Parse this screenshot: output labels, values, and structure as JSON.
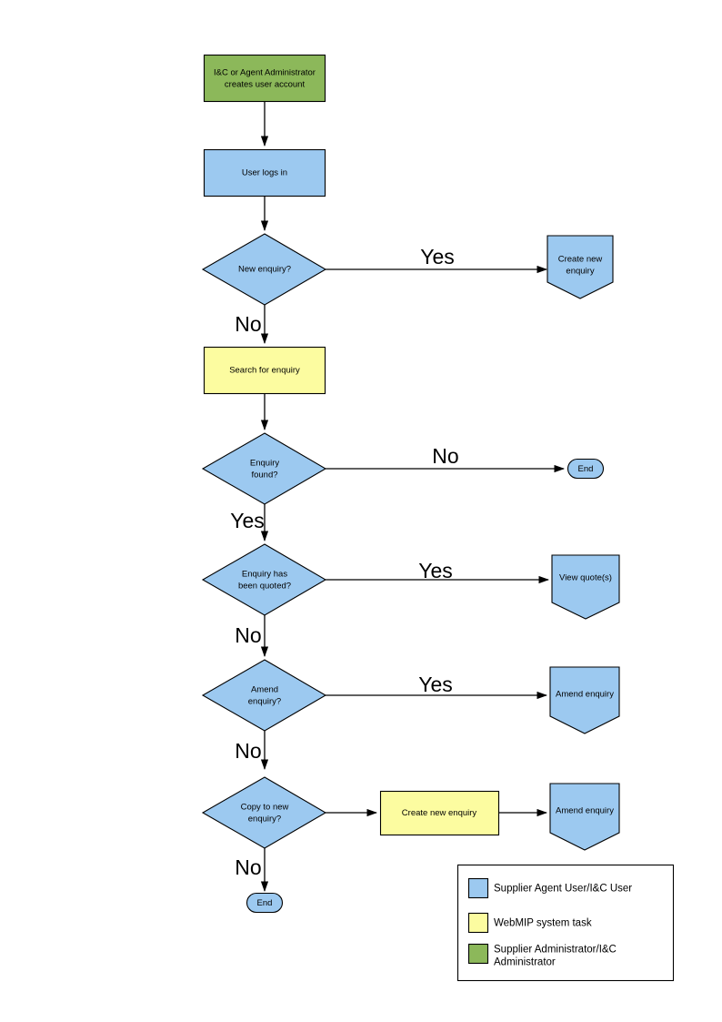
{
  "diagram": {
    "title": "WebMIP enquiry workflow flowchart",
    "colors": {
      "user_blue": "#9CC9F0",
      "system_yellow": "#FCFCA0",
      "admin_green": "#8CB85A",
      "outline": "#000000",
      "background": "#FFFFFF"
    },
    "nodes": [
      {
        "id": "admin-creates-account",
        "shape": "process",
        "role": "admin",
        "lines": [
          "I&C or Agent Administrator",
          "creates user account"
        ]
      },
      {
        "id": "user-logs-in",
        "shape": "process",
        "role": "user",
        "lines": [
          "User logs in"
        ]
      },
      {
        "id": "new-enquiry-decision",
        "shape": "decision",
        "role": "user",
        "lines": [
          "New enquiry?"
        ]
      },
      {
        "id": "create-new-enquiry-doc",
        "shape": "document",
        "role": "user",
        "lines": [
          "Create new",
          "enquiry"
        ]
      },
      {
        "id": "search-for-enquiry",
        "shape": "process",
        "role": "system",
        "lines": [
          "Search for enquiry"
        ]
      },
      {
        "id": "enquiry-found-decision",
        "shape": "decision",
        "role": "user",
        "lines": [
          "Enquiry",
          "found?"
        ]
      },
      {
        "id": "end-not-found",
        "shape": "terminator",
        "role": "user",
        "lines": [
          "End"
        ]
      },
      {
        "id": "enquiry-quoted-decision",
        "shape": "decision",
        "role": "user",
        "lines": [
          "Enquiry has",
          "been quoted?"
        ]
      },
      {
        "id": "view-quotes-doc",
        "shape": "document",
        "role": "user",
        "lines": [
          "View quote(s)"
        ]
      },
      {
        "id": "amend-enquiry-decision",
        "shape": "decision",
        "role": "user",
        "lines": [
          "Amend",
          "enquiry?"
        ]
      },
      {
        "id": "amend-enquiry-doc-1",
        "shape": "document",
        "role": "user",
        "lines": [
          "Amend enquiry"
        ]
      },
      {
        "id": "copy-to-new-enquiry-decision",
        "shape": "decision",
        "role": "user",
        "lines": [
          "Copy to new",
          "enquiry?"
        ]
      },
      {
        "id": "create-new-enquiry-task",
        "shape": "process",
        "role": "system",
        "lines": [
          "Create new enquiry"
        ]
      },
      {
        "id": "amend-enquiry-doc-2",
        "shape": "document",
        "role": "user",
        "lines": [
          "Amend enquiry"
        ]
      },
      {
        "id": "end-final",
        "shape": "terminator",
        "role": "user",
        "lines": [
          "End"
        ]
      }
    ],
    "edge_labels": [
      {
        "id": "new-enquiry-yes",
        "text": "Yes"
      },
      {
        "id": "new-enquiry-no",
        "text": "No"
      },
      {
        "id": "enquiry-found-no",
        "text": "No"
      },
      {
        "id": "enquiry-found-yes",
        "text": "Yes"
      },
      {
        "id": "enquiry-quoted-yes",
        "text": "Yes"
      },
      {
        "id": "enquiry-quoted-no",
        "text": "No"
      },
      {
        "id": "amend-enquiry-yes",
        "text": "Yes"
      },
      {
        "id": "amend-enquiry-no",
        "text": "No"
      },
      {
        "id": "copy-to-new-no",
        "text": "No"
      }
    ],
    "legend": {
      "items": [
        {
          "id": "legend-user",
          "color": "#9CC9F0",
          "lines": [
            "Supplier Agent User/I&C User"
          ]
        },
        {
          "id": "legend-system",
          "color": "#FCFCA0",
          "lines": [
            "WebMIP system task"
          ]
        },
        {
          "id": "legend-admin",
          "color": "#8CB85A",
          "lines": [
            "Supplier Administrator/I&C",
            "Administrator"
          ]
        }
      ]
    }
  }
}
